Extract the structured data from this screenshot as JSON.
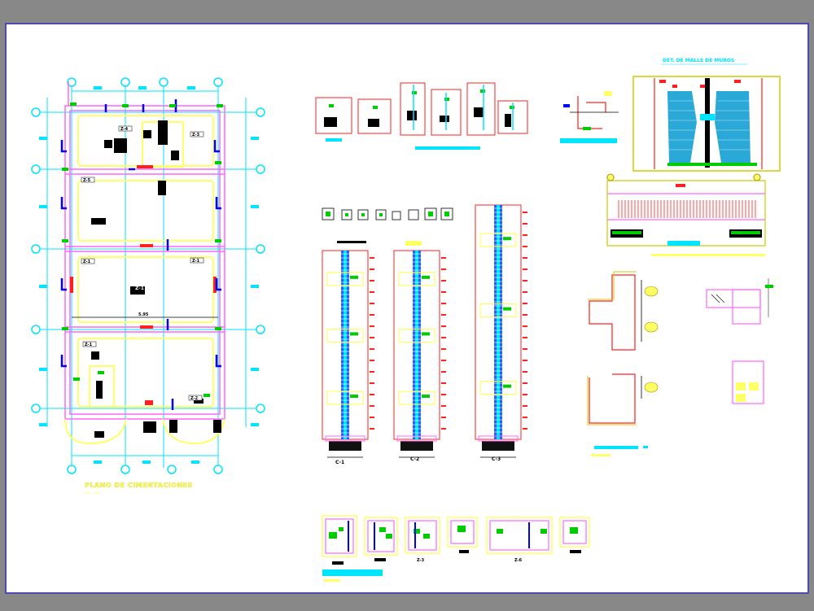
{
  "colors": {
    "background": "#888888",
    "sheet": "#ffffff",
    "frame": "#4a4ab0",
    "axis": "#00e5ff",
    "wall": "#ff66ff",
    "footing": "#ffff66",
    "rebar": "#ff0000",
    "dim": "#0000ff",
    "tag": "#00c000",
    "fill": "#000000"
  },
  "plan": {
    "title": "PLANO DE CIMENTACIONES",
    "subtitle": "ESC. 1/50",
    "center_label": "Z-1",
    "width_dim": "5.95"
  },
  "detail_title": "DET. DE MALLE DE MUROS",
  "columns": [
    {
      "label": "C-1"
    },
    {
      "label": "C-2"
    },
    {
      "label": "C-3"
    }
  ],
  "zapatas": [
    {
      "label": "Z-1"
    },
    {
      "label": "Z-2"
    },
    {
      "label": "Z-3"
    },
    {
      "label": "Z-4"
    },
    {
      "label": "Z-5"
    },
    {
      "label": "Z-6"
    }
  ]
}
